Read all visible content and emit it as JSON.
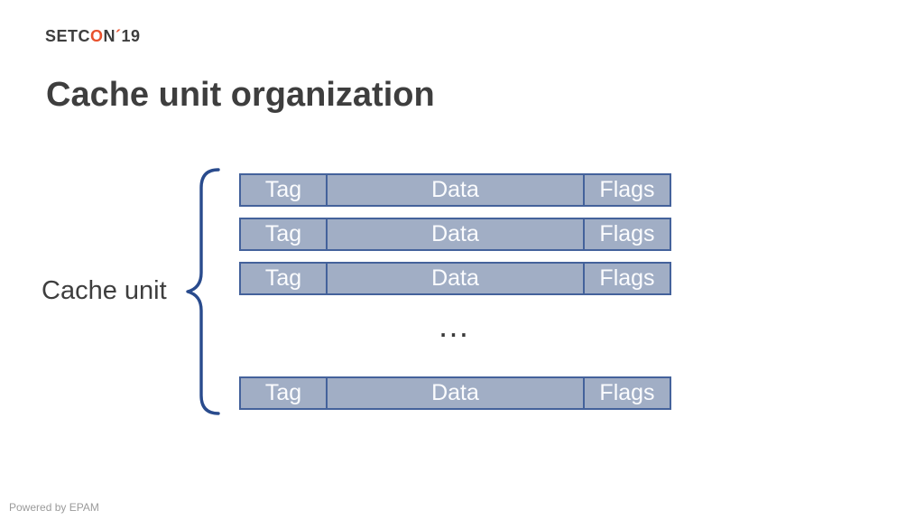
{
  "logo": {
    "part1": "SETC",
    "part2": "O",
    "part3": "N",
    "part4": "´",
    "part5": "19"
  },
  "title": "Cache unit organization",
  "diagram": {
    "label": "Cache unit",
    "ellipsis": "…",
    "rows": [
      {
        "tag": "Tag",
        "data": "Data",
        "flags": "Flags"
      },
      {
        "tag": "Tag",
        "data": "Data",
        "flags": "Flags"
      },
      {
        "tag": "Tag",
        "data": "Data",
        "flags": "Flags"
      },
      {
        "tag": "Tag",
        "data": "Data",
        "flags": "Flags"
      }
    ]
  },
  "footer": "Powered by EPAM",
  "colors": {
    "row_fill": "#a1aec5",
    "row_border": "#44629b",
    "brace": "#294b8d",
    "logo_accent": "#e8512d",
    "text_dark": "#3e3e3e",
    "footer_gray": "#9b9b9b"
  }
}
